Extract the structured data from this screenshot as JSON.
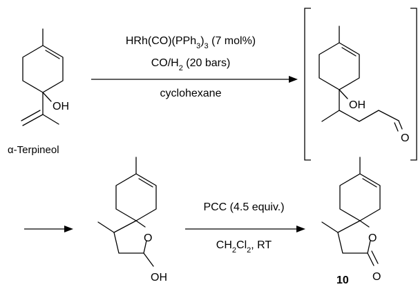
{
  "scheme": {
    "starting_material": {
      "name": "α-Terpineol",
      "atom_labels": [
        "OH"
      ]
    },
    "step1": {
      "conditions_above": [
        "HRh(CO)(PPh3)3 (7 mol%)",
        "CO/H2 (20 bars)"
      ],
      "conditions_below": [
        "cyclohexane"
      ]
    },
    "intermediate": {
      "atom_labels": [
        "OH",
        "O"
      ]
    },
    "lactol": {
      "atom_labels": [
        "O",
        "OH"
      ]
    },
    "step2": {
      "conditions_above": [
        "PCC (4.5 equiv.)"
      ],
      "conditions_below": [
        "CH2Cl2, RT"
      ]
    },
    "product": {
      "compound_number": "10",
      "atom_labels": [
        "O",
        "O"
      ]
    }
  }
}
